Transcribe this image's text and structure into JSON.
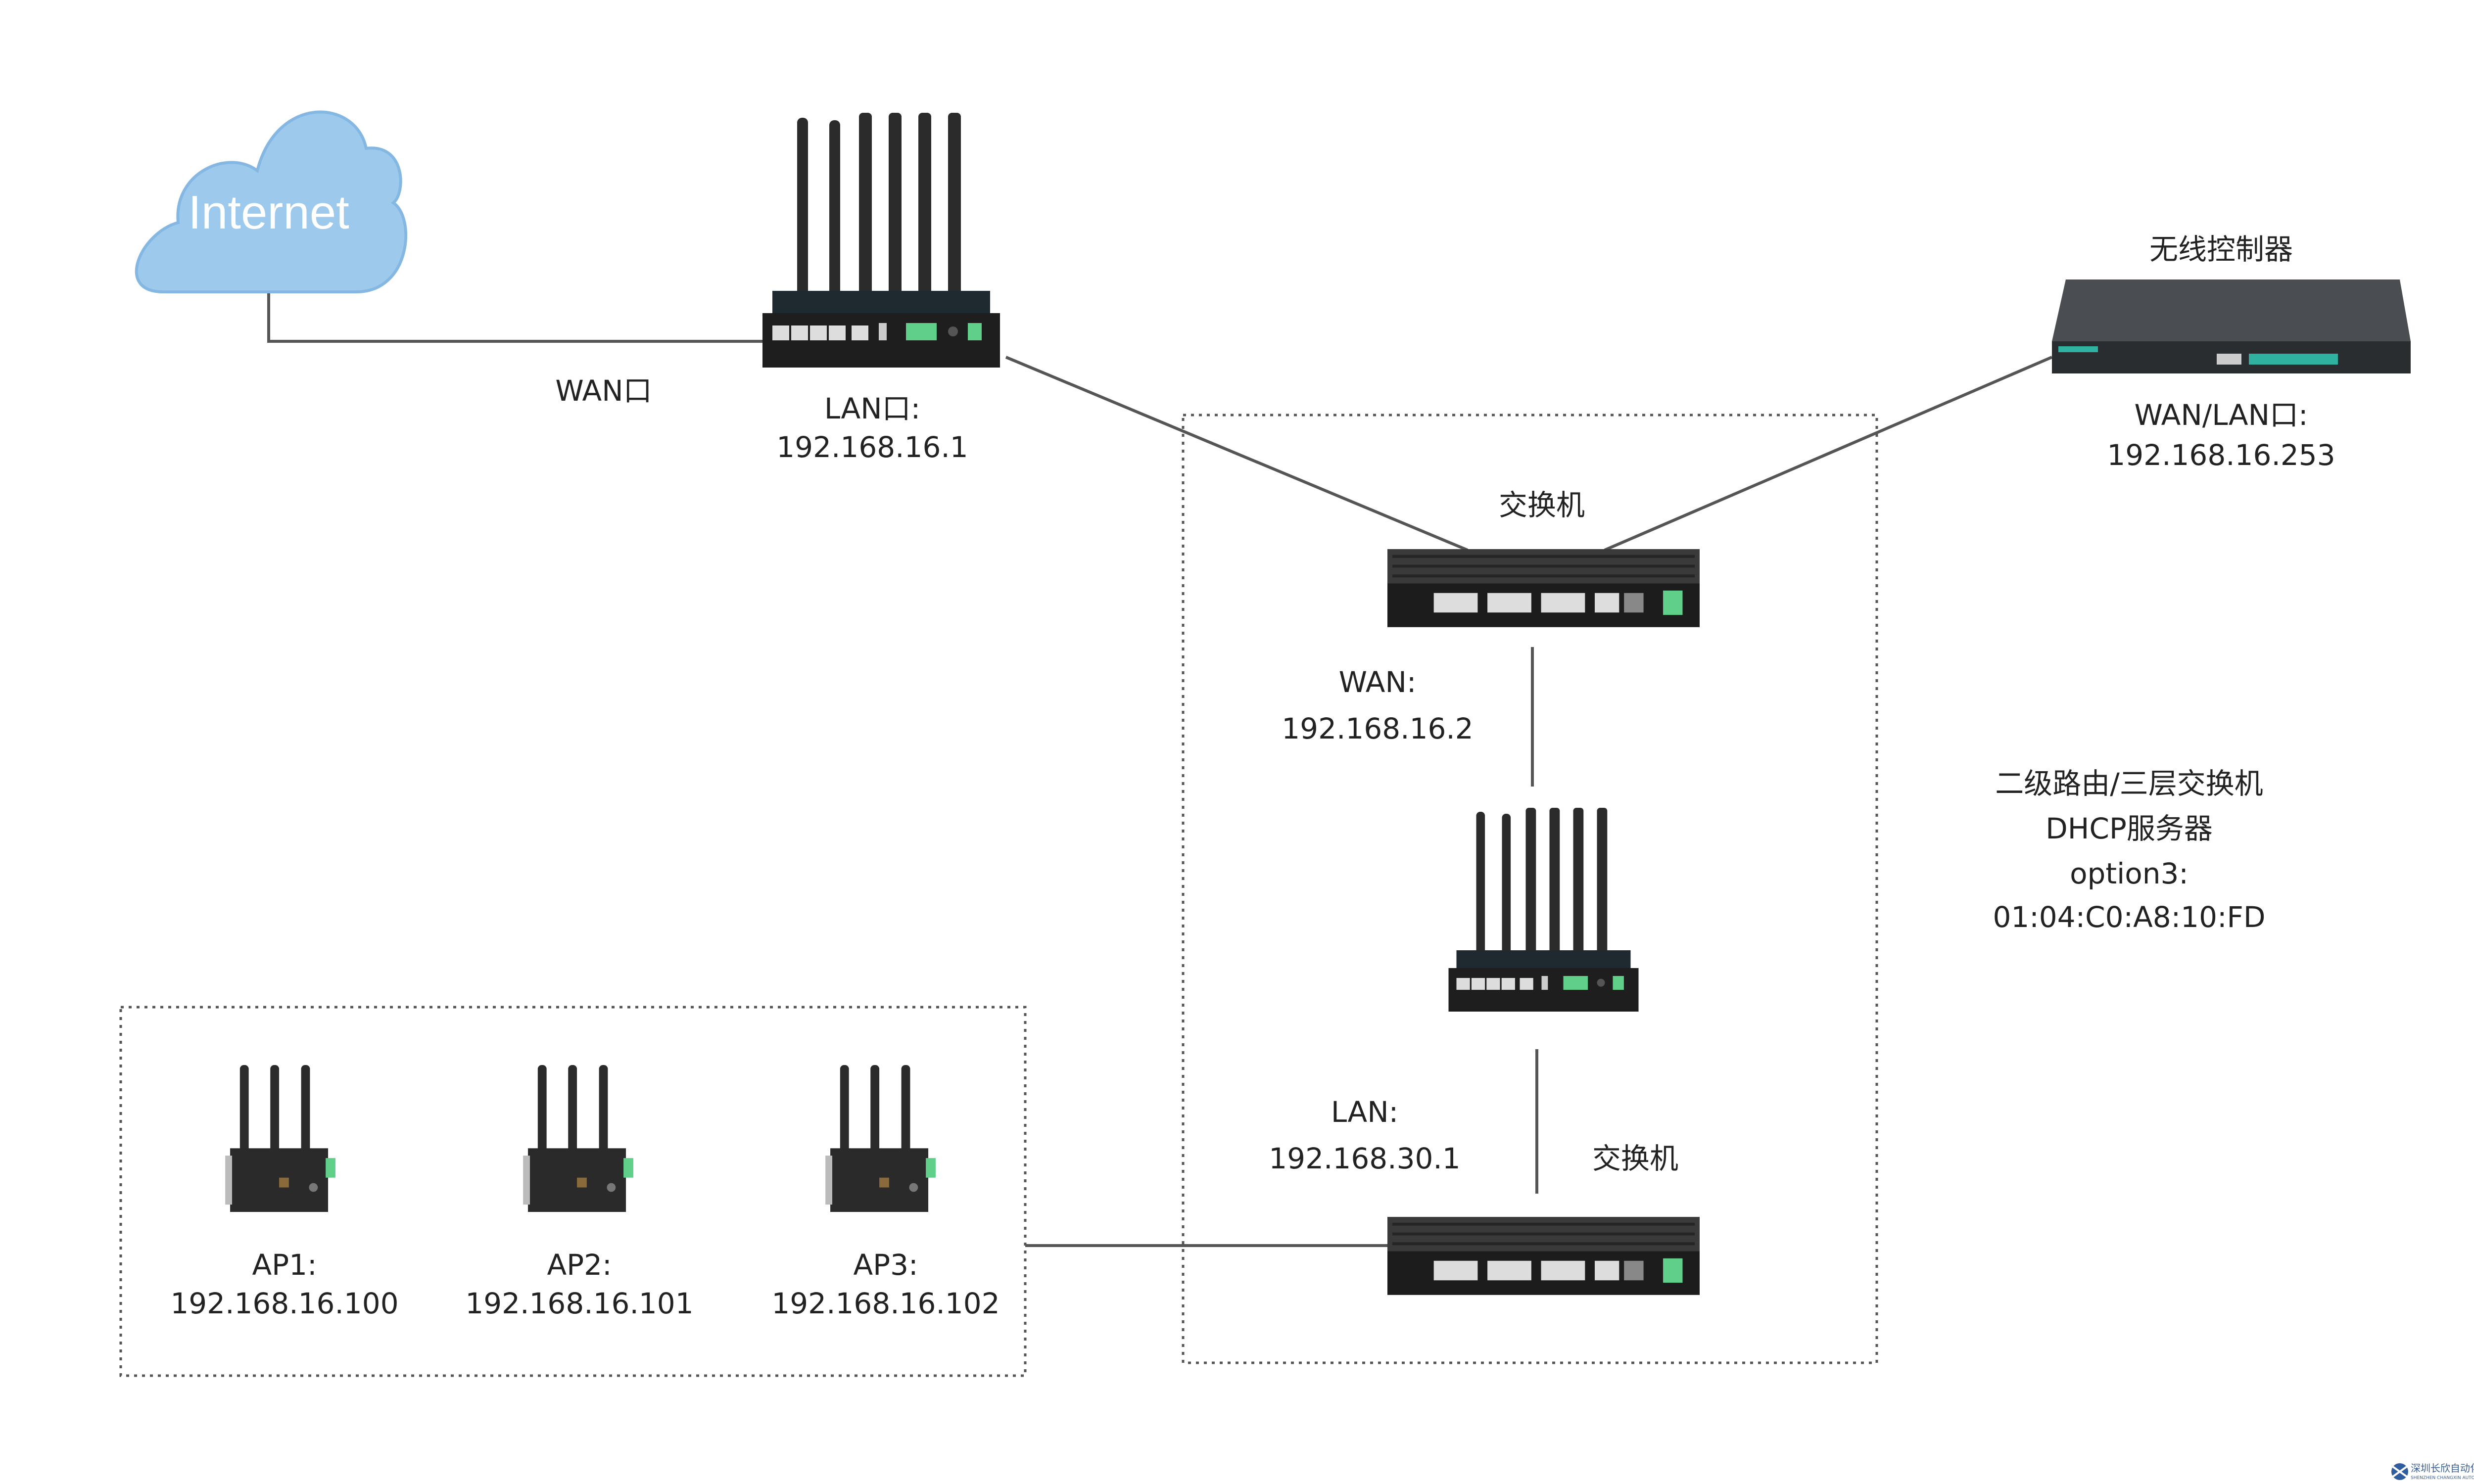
{
  "internet": {
    "label": "Internet",
    "color": "#9cc9ec"
  },
  "main_router": {
    "wan_label": "WAN口",
    "lan_label": "LAN口:",
    "lan_ip": "192.168.16.1"
  },
  "controller": {
    "title": "无线控制器",
    "port_label": "WAN/LAN口:",
    "ip": "192.168.16.253"
  },
  "switch_top": {
    "title": "交换机"
  },
  "second_router": {
    "wan_label": "WAN:",
    "wan_ip": "192.168.16.2",
    "lan_label": "LAN:",
    "lan_ip": "192.168.30.1"
  },
  "switch_bottom": {
    "title": "交换机"
  },
  "dhcp_note": {
    "line1": "二级路由/三层交换机",
    "line2": "DHCP服务器",
    "line3": "option3:",
    "line4": "01:04:C0:A8:10:FD"
  },
  "aps": [
    {
      "name": "AP1:",
      "ip": "192.168.16.100"
    },
    {
      "name": "AP2:",
      "ip": "192.168.16.101"
    },
    {
      "name": "AP3:",
      "ip": "192.168.16.102"
    }
  ],
  "watermark": {
    "company_cn": "深圳长欣自动化设备有限公司",
    "company_en": "SHENZHEN CHANGXIN AUTOMATION EQUIPMENT CO. LTD"
  }
}
